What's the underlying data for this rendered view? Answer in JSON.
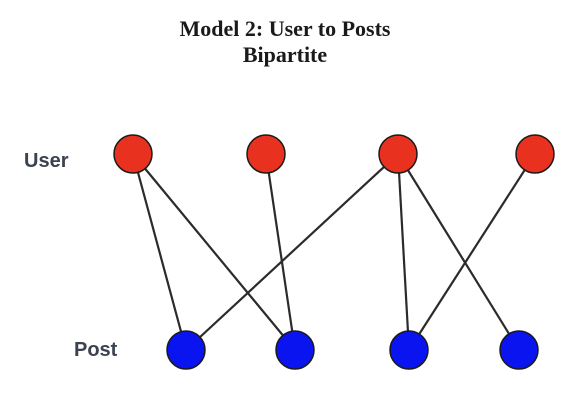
{
  "title": {
    "line1": "Model 2: User to Posts",
    "line2": "Bipartite"
  },
  "labels": {
    "user": "User",
    "post": "Post"
  },
  "colors": {
    "user_node": "#e8321f",
    "post_node": "#0a14f0",
    "edge": "#2b2b2b",
    "node_stroke": "#1a1a1a"
  },
  "graph": {
    "users": [
      "u1",
      "u2",
      "u3",
      "u4"
    ],
    "posts": [
      "p1",
      "p2",
      "p3",
      "p4"
    ],
    "edges": [
      [
        "u1",
        "p1"
      ],
      [
        "u1",
        "p2"
      ],
      [
        "u2",
        "p2"
      ],
      [
        "u3",
        "p1"
      ],
      [
        "u3",
        "p3"
      ],
      [
        "u3",
        "p4"
      ],
      [
        "u4",
        "p3"
      ]
    ]
  }
}
